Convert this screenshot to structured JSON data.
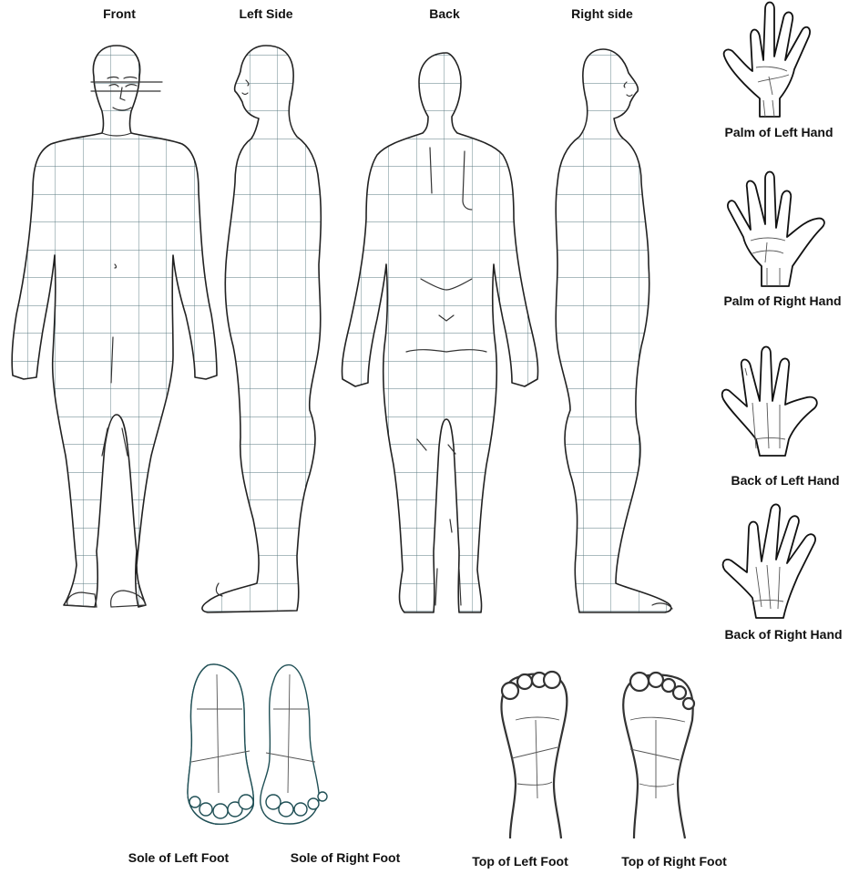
{
  "views": {
    "front": "Front",
    "left_side": "Left Side",
    "back": "Back",
    "right_side": "Right side"
  },
  "hands": {
    "palm_left": "Palm of Left Hand",
    "palm_right": "Palm of Right Hand",
    "back_left": "Back of Left Hand",
    "back_right": "Back of Right Hand"
  },
  "feet": {
    "sole_left": "Sole of Left Foot",
    "sole_right": "Sole of Right Foot",
    "top_left": "Top of Left Foot",
    "top_right": "Top of Right Foot"
  },
  "colors": {
    "outline": "#222222",
    "grid": "#5a7a80",
    "foot_outline": "#1f4f55",
    "background": "#ffffff"
  }
}
